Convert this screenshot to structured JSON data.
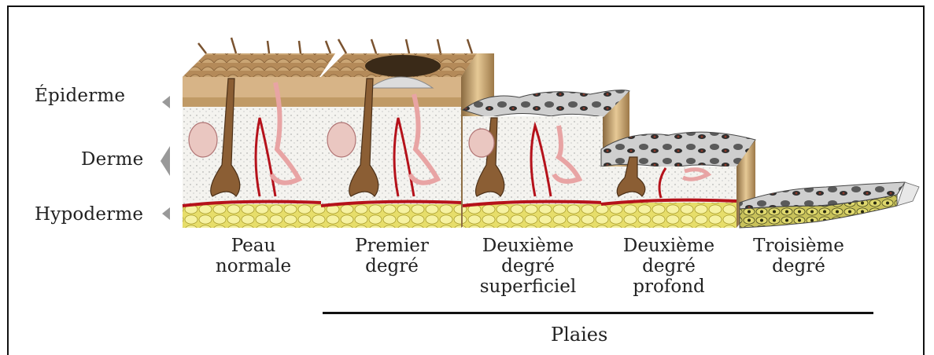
{
  "layers": [
    {
      "id": "epiderme",
      "label": "Épiderme"
    },
    {
      "id": "derme",
      "label": "Derme"
    },
    {
      "id": "hypoderme",
      "label": "Hypoderme"
    }
  ],
  "stages": [
    {
      "id": "normale",
      "line1": "Peau",
      "line2": "normale",
      "line3": ""
    },
    {
      "id": "premier",
      "line1": "Premier",
      "line2": "degré",
      "line3": ""
    },
    {
      "id": "deuxieme-sup",
      "line1": "Deuxième",
      "line2": "degré",
      "line3": "superficiel"
    },
    {
      "id": "deuxieme-prof",
      "line1": "Deuxième",
      "line2": "degré",
      "line3": "profond"
    },
    {
      "id": "troisieme",
      "line1": "Troisième",
      "line2": "degré",
      "line3": ""
    }
  ],
  "bracket": {
    "label": "Plaies"
  },
  "colors": {
    "epidermis": "#c9a473",
    "dermis": "#f3f2ee",
    "fat": "#efe88a",
    "vessel": "#b5121b",
    "hair": "#7a5330",
    "char": "#3a3a3a"
  }
}
